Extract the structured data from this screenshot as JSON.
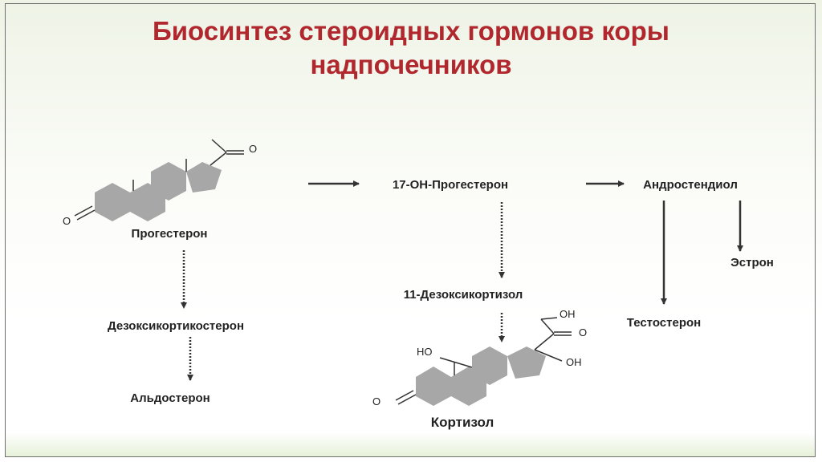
{
  "title": {
    "line1": "Биосинтез стероидных гормонов коры",
    "line2": "надпочечников"
  },
  "nodes": {
    "progesterone": "Прогестерон",
    "oh17_progesterone": "17-ОН-Прогестерон",
    "androstenediol": "Андростендиол",
    "deoxycorticosterone": "Дезоксикортикостерон",
    "deoxycortisol11": "11-Дезоксикортизол",
    "estrone": "Эстрон",
    "testosterone": "Тестостерон",
    "aldosterone": "Альдостерон",
    "cortisol": "Кортизол"
  },
  "structure_labels": {
    "o": "O",
    "oh": "OH",
    "ho": "HO"
  },
  "colors": {
    "title": "#b0272d",
    "ring_fill": "#a7a7a7",
    "arrow": "#333333"
  }
}
